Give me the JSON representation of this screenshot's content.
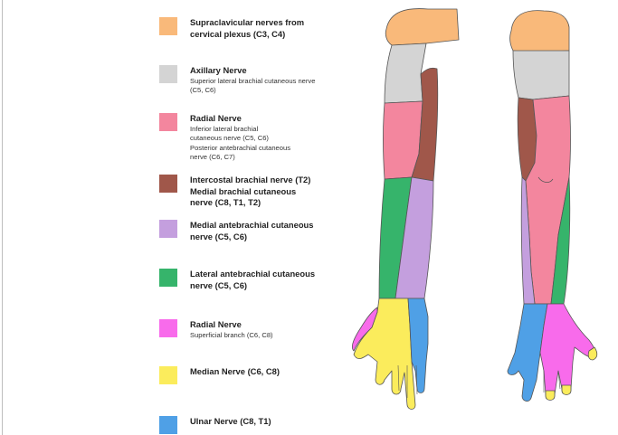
{
  "legend": [
    {
      "color": "#F9B97A",
      "title": "Supraclavicular nerves from cervical plexus (C3, C4)",
      "sub": ""
    },
    {
      "color": "#D4D4D4",
      "title": "Axillary Nerve",
      "sub": "Superior lateral brachial cutaneous nerve (C5, C6)"
    },
    {
      "color": "#F3869E",
      "title": "Radial Nerve",
      "sub": "Inferior lateral brachial cutaneous nerve (C5, C6)",
      "sub2": "Posterior antebrachial cutaneous nerve (C6, C7)"
    },
    {
      "color": "#A0574A",
      "title": "Intercostal brachial nerve (T2)",
      "title2": "Medial brachial cutaneous nerve (C8, T1, T2)",
      "sub": ""
    },
    {
      "color": "#C49FDE",
      "title": "Medial antebrachial cutaneous nerve (C5, C6)",
      "sub": ""
    },
    {
      "color": "#36B46B",
      "title": "Lateral antebrachial cutaneous nerve (C5, C6)",
      "sub": ""
    },
    {
      "color": "#F86BEB",
      "title": "Radial Nerve",
      "sub": "Superficial branch (C6, C8)"
    },
    {
      "color": "#FBEC5C",
      "title": "Median Nerve (C6, C8)",
      "sub": ""
    },
    {
      "color": "#4FA0E6",
      "title": "Ulnar Nerve (C8, T1)",
      "sub": ""
    }
  ]
}
